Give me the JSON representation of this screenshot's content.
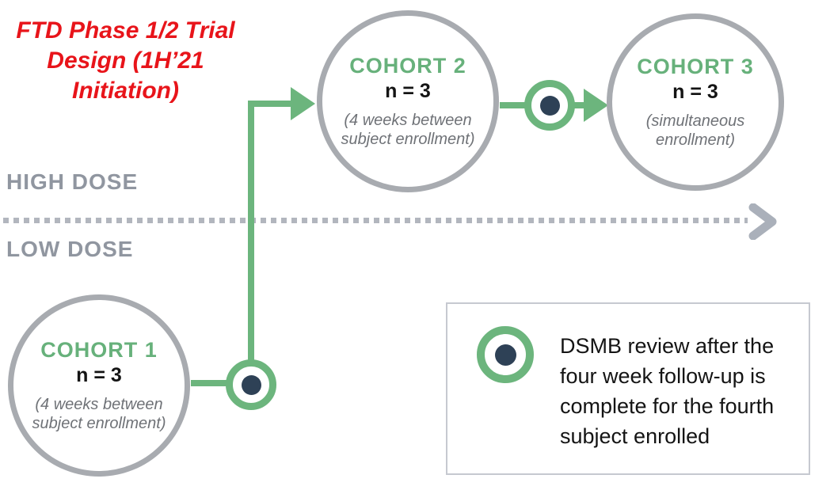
{
  "title": "FTD Phase 1/2 Trial Design (1H’21 Initiation)",
  "axis": {
    "high_label": "HIGH DOSE",
    "low_label": "LOW DOSE"
  },
  "cohorts": [
    {
      "name": "COHORT 1",
      "n": "n = 3",
      "note": "(4 weeks between subject enrollment)"
    },
    {
      "name": "COHORT 2",
      "n": "n = 3",
      "note": "(4 weeks between subject enrollment)"
    },
    {
      "name": "COHORT 3",
      "n": "n = 3",
      "note": "(simultaneous enrollment)"
    }
  ],
  "legend": {
    "text": "DSMB review after the four week follow-up is complete for the fourth subject enrolled"
  },
  "icons": {
    "dsmb_review": "bullseye-icon",
    "dose_axis_arrow": "chevron-right-icon"
  },
  "colors": {
    "green": "#6cb57d",
    "green_text": "#67b17b",
    "navy": "#2e4156",
    "red": "#e8141a",
    "circle_border": "#a8abb0",
    "dose_text": "#9096a0",
    "dotted": "#b2b6be",
    "arrow_gray": "#aab0ba",
    "legend_border": "#c6c9d0",
    "note_text": "#6f7277"
  }
}
